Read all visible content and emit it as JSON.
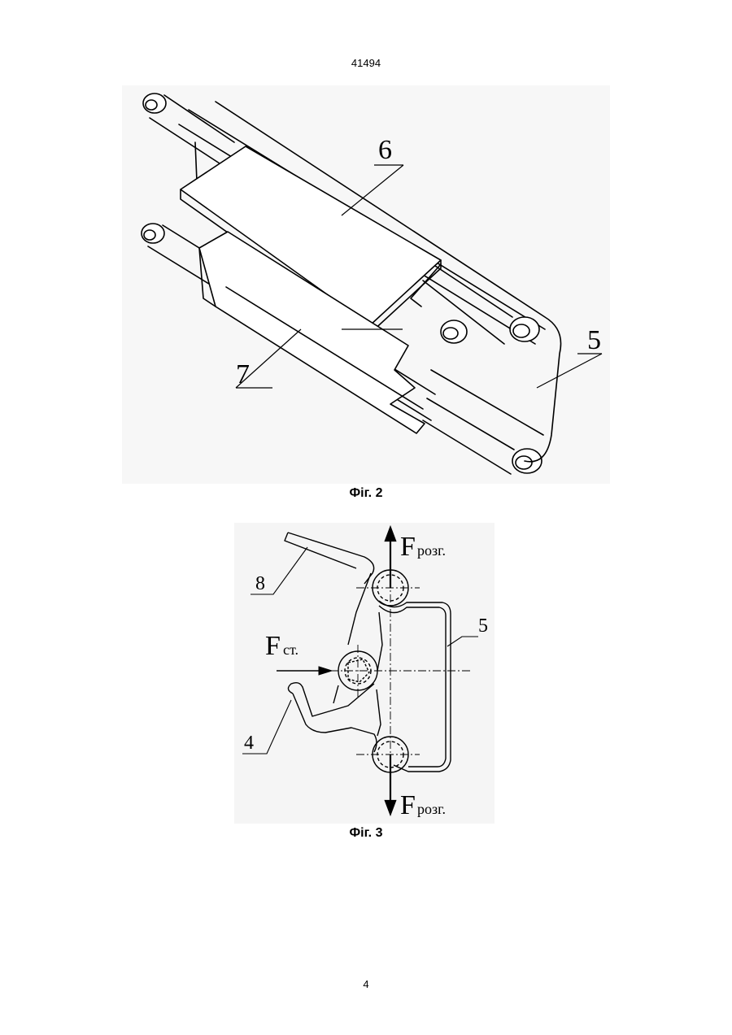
{
  "header": {
    "doc_number": "41494"
  },
  "figure2": {
    "caption": "Фіг. 2",
    "labels": {
      "part6": "6",
      "part7": "7",
      "part5": "5"
    }
  },
  "figure3": {
    "caption": "Фіг. 3",
    "labels": {
      "part8": "8",
      "part5": "5",
      "part4": "4"
    },
    "forces": {
      "top_main": "F",
      "top_sub": "розг.",
      "side_main": "F",
      "side_sub": "ст.",
      "bottom_main": "F",
      "bottom_sub": "розг."
    }
  },
  "footer": {
    "page_number": "4"
  }
}
